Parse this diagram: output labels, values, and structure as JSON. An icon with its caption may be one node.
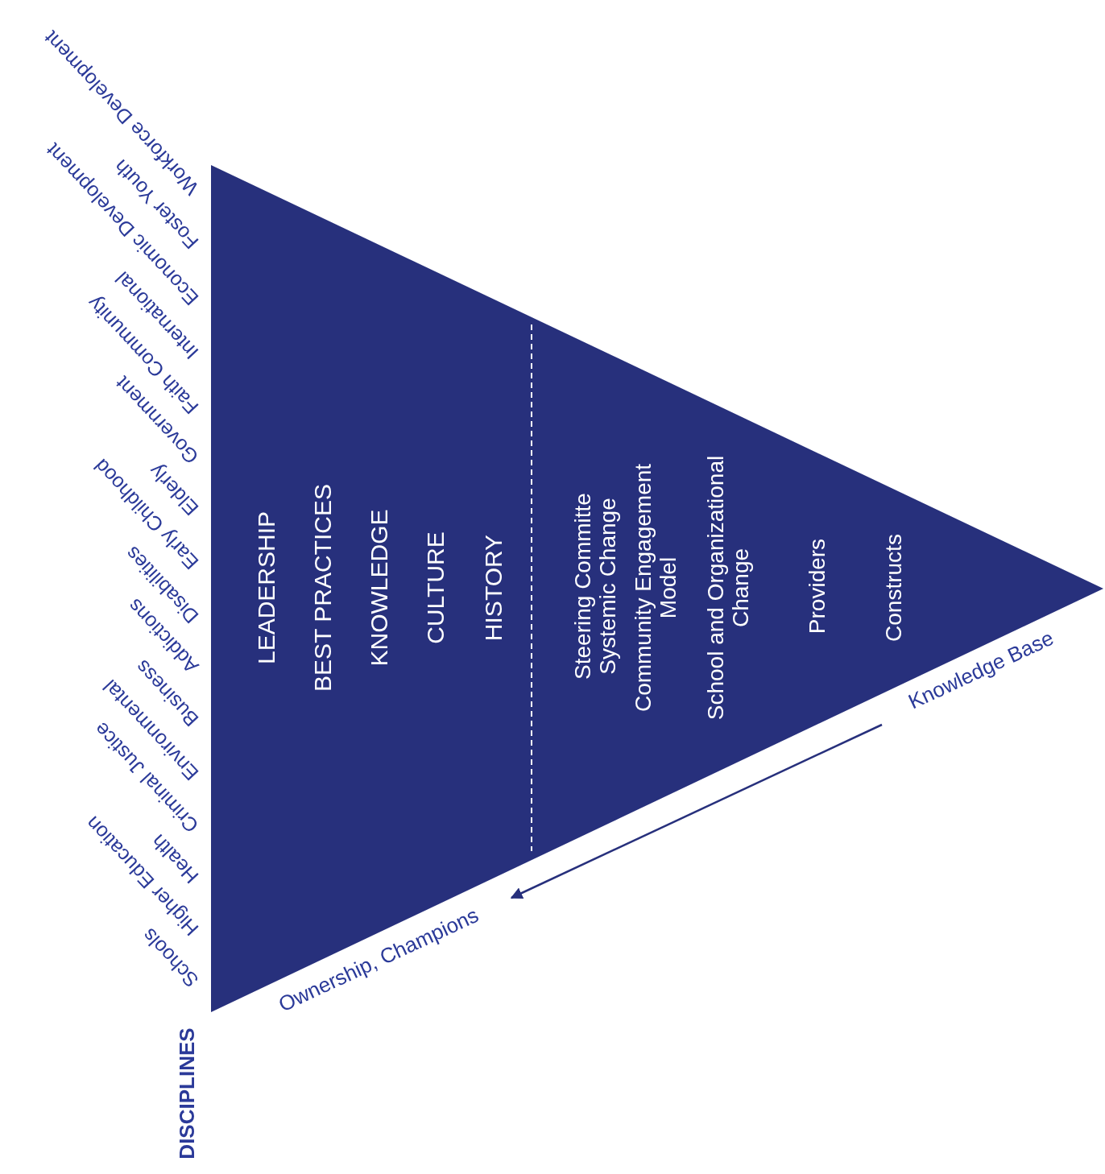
{
  "diagram": {
    "nodes": [
      {
        "text": [
          "LEADERSHIP",
          "BEST PRACTICES",
          "KNOWLEDGE",
          "CULTURE",
          "HISTORY",
          "Steering Committe Systemic Change",
          "Community Engagement Model",
          "School and Organizational Change",
          "Providers",
          "Constructs"
        ]
      },
      {
        "text": [
          "Knowledge Base"
        ]
      },
      {
        "text": [
          "Ownership, Champions"
        ]
      }
    ],
    "edges": [
      {
        "from": 1,
        "to": 2,
        "arrow": "to"
      }
    ],
    "labels": [
      "Workforce Development",
      "Foster Youth",
      "Economic Development",
      "International",
      "Faith Community",
      "Government",
      "Elderly",
      "Early Childhood",
      "Disabilities",
      "Addictions",
      "Business",
      "Environmental",
      "Criminal Justice",
      "Health",
      "Higher Education",
      "Schools",
      "DISCIPLINES"
    ]
  }
}
